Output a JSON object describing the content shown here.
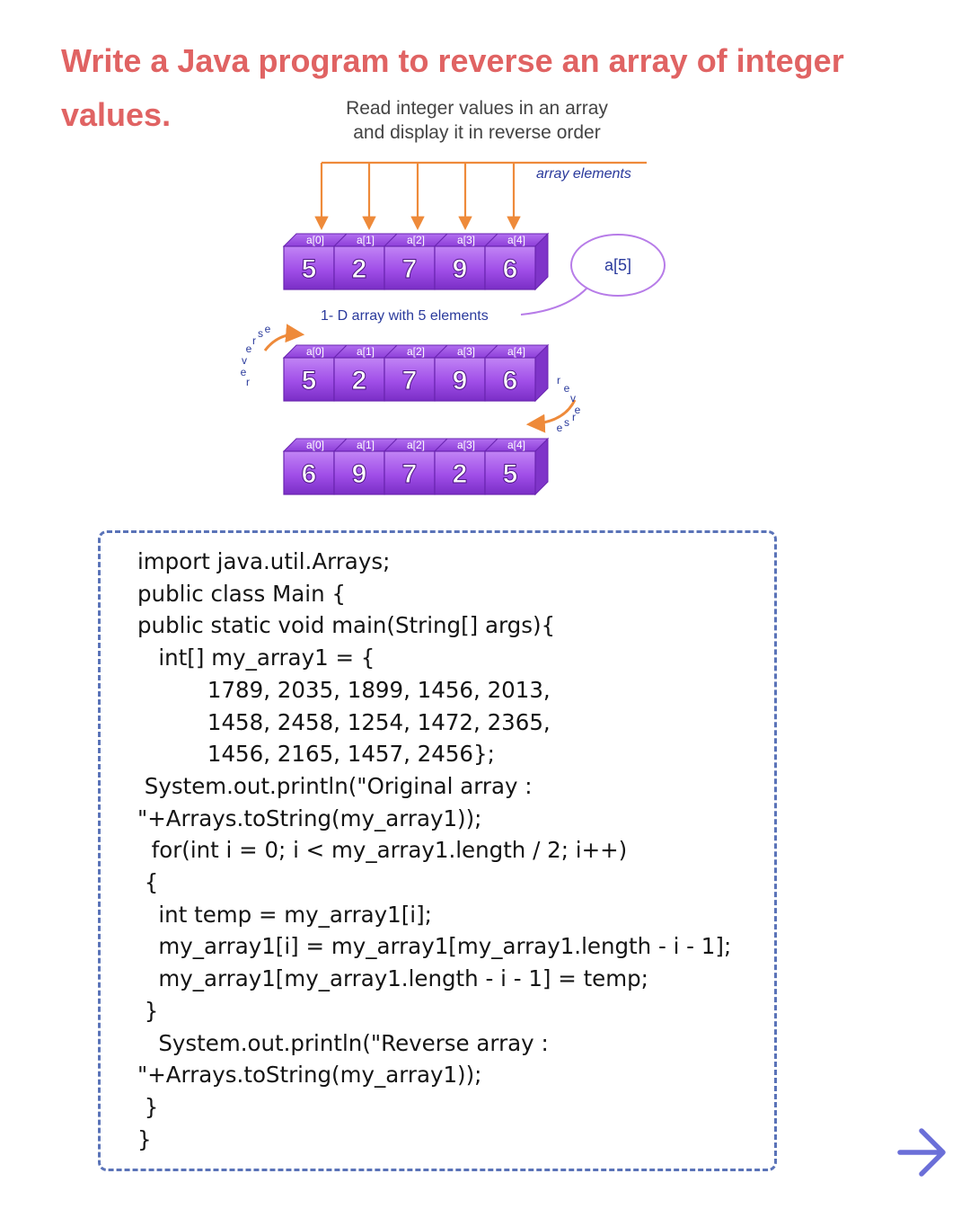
{
  "title": "Write a Java program to reverse an array of integer values.",
  "diagram": {
    "caption_line1": "Read integer values in an array",
    "caption_line2": "and display it in reverse order",
    "elements_label": "array elements",
    "bubble_label": "a[5]",
    "array_label": "1- D array with 5 elements",
    "index_labels": [
      "a[0]",
      "a[1]",
      "a[2]",
      "a[3]",
      "a[4]"
    ],
    "row1": [
      "5",
      "2",
      "7",
      "9",
      "6"
    ],
    "row2": [
      "5",
      "2",
      "7",
      "9",
      "6"
    ],
    "row3": [
      "6",
      "9",
      "7",
      "2",
      "5"
    ],
    "reverse_word": "reverse",
    "cube_color": "#a04ee8",
    "arrow_color": "#ee8a3a"
  },
  "code": {
    "lines": [
      "import java.util.Arrays;",
      "public class Main {",
      "public static void main(String[] args){",
      "   int[] my_array1 = {",
      "          1789, 2035, 1899, 1456, 2013,",
      "          1458, 2458, 1254, 1472, 2365,",
      "          1456, 2165, 1457, 2456};",
      " System.out.println(\"Original array :",
      "\"+Arrays.toString(my_array1));",
      "  for(int i = 0; i < my_array1.length / 2; i++)",
      " {",
      "   int temp = my_array1[i];",
      "   my_array1[i] = my_array1[my_array1.length - i - 1];",
      "   my_array1[my_array1.length - i - 1] = temp;",
      " }",
      "   System.out.println(\"Reverse array :",
      "\"+Arrays.toString(my_array1));",
      " }",
      "}"
    ]
  },
  "nav": {
    "next_icon": "arrow-right-icon",
    "color": "#6b6fd8"
  }
}
